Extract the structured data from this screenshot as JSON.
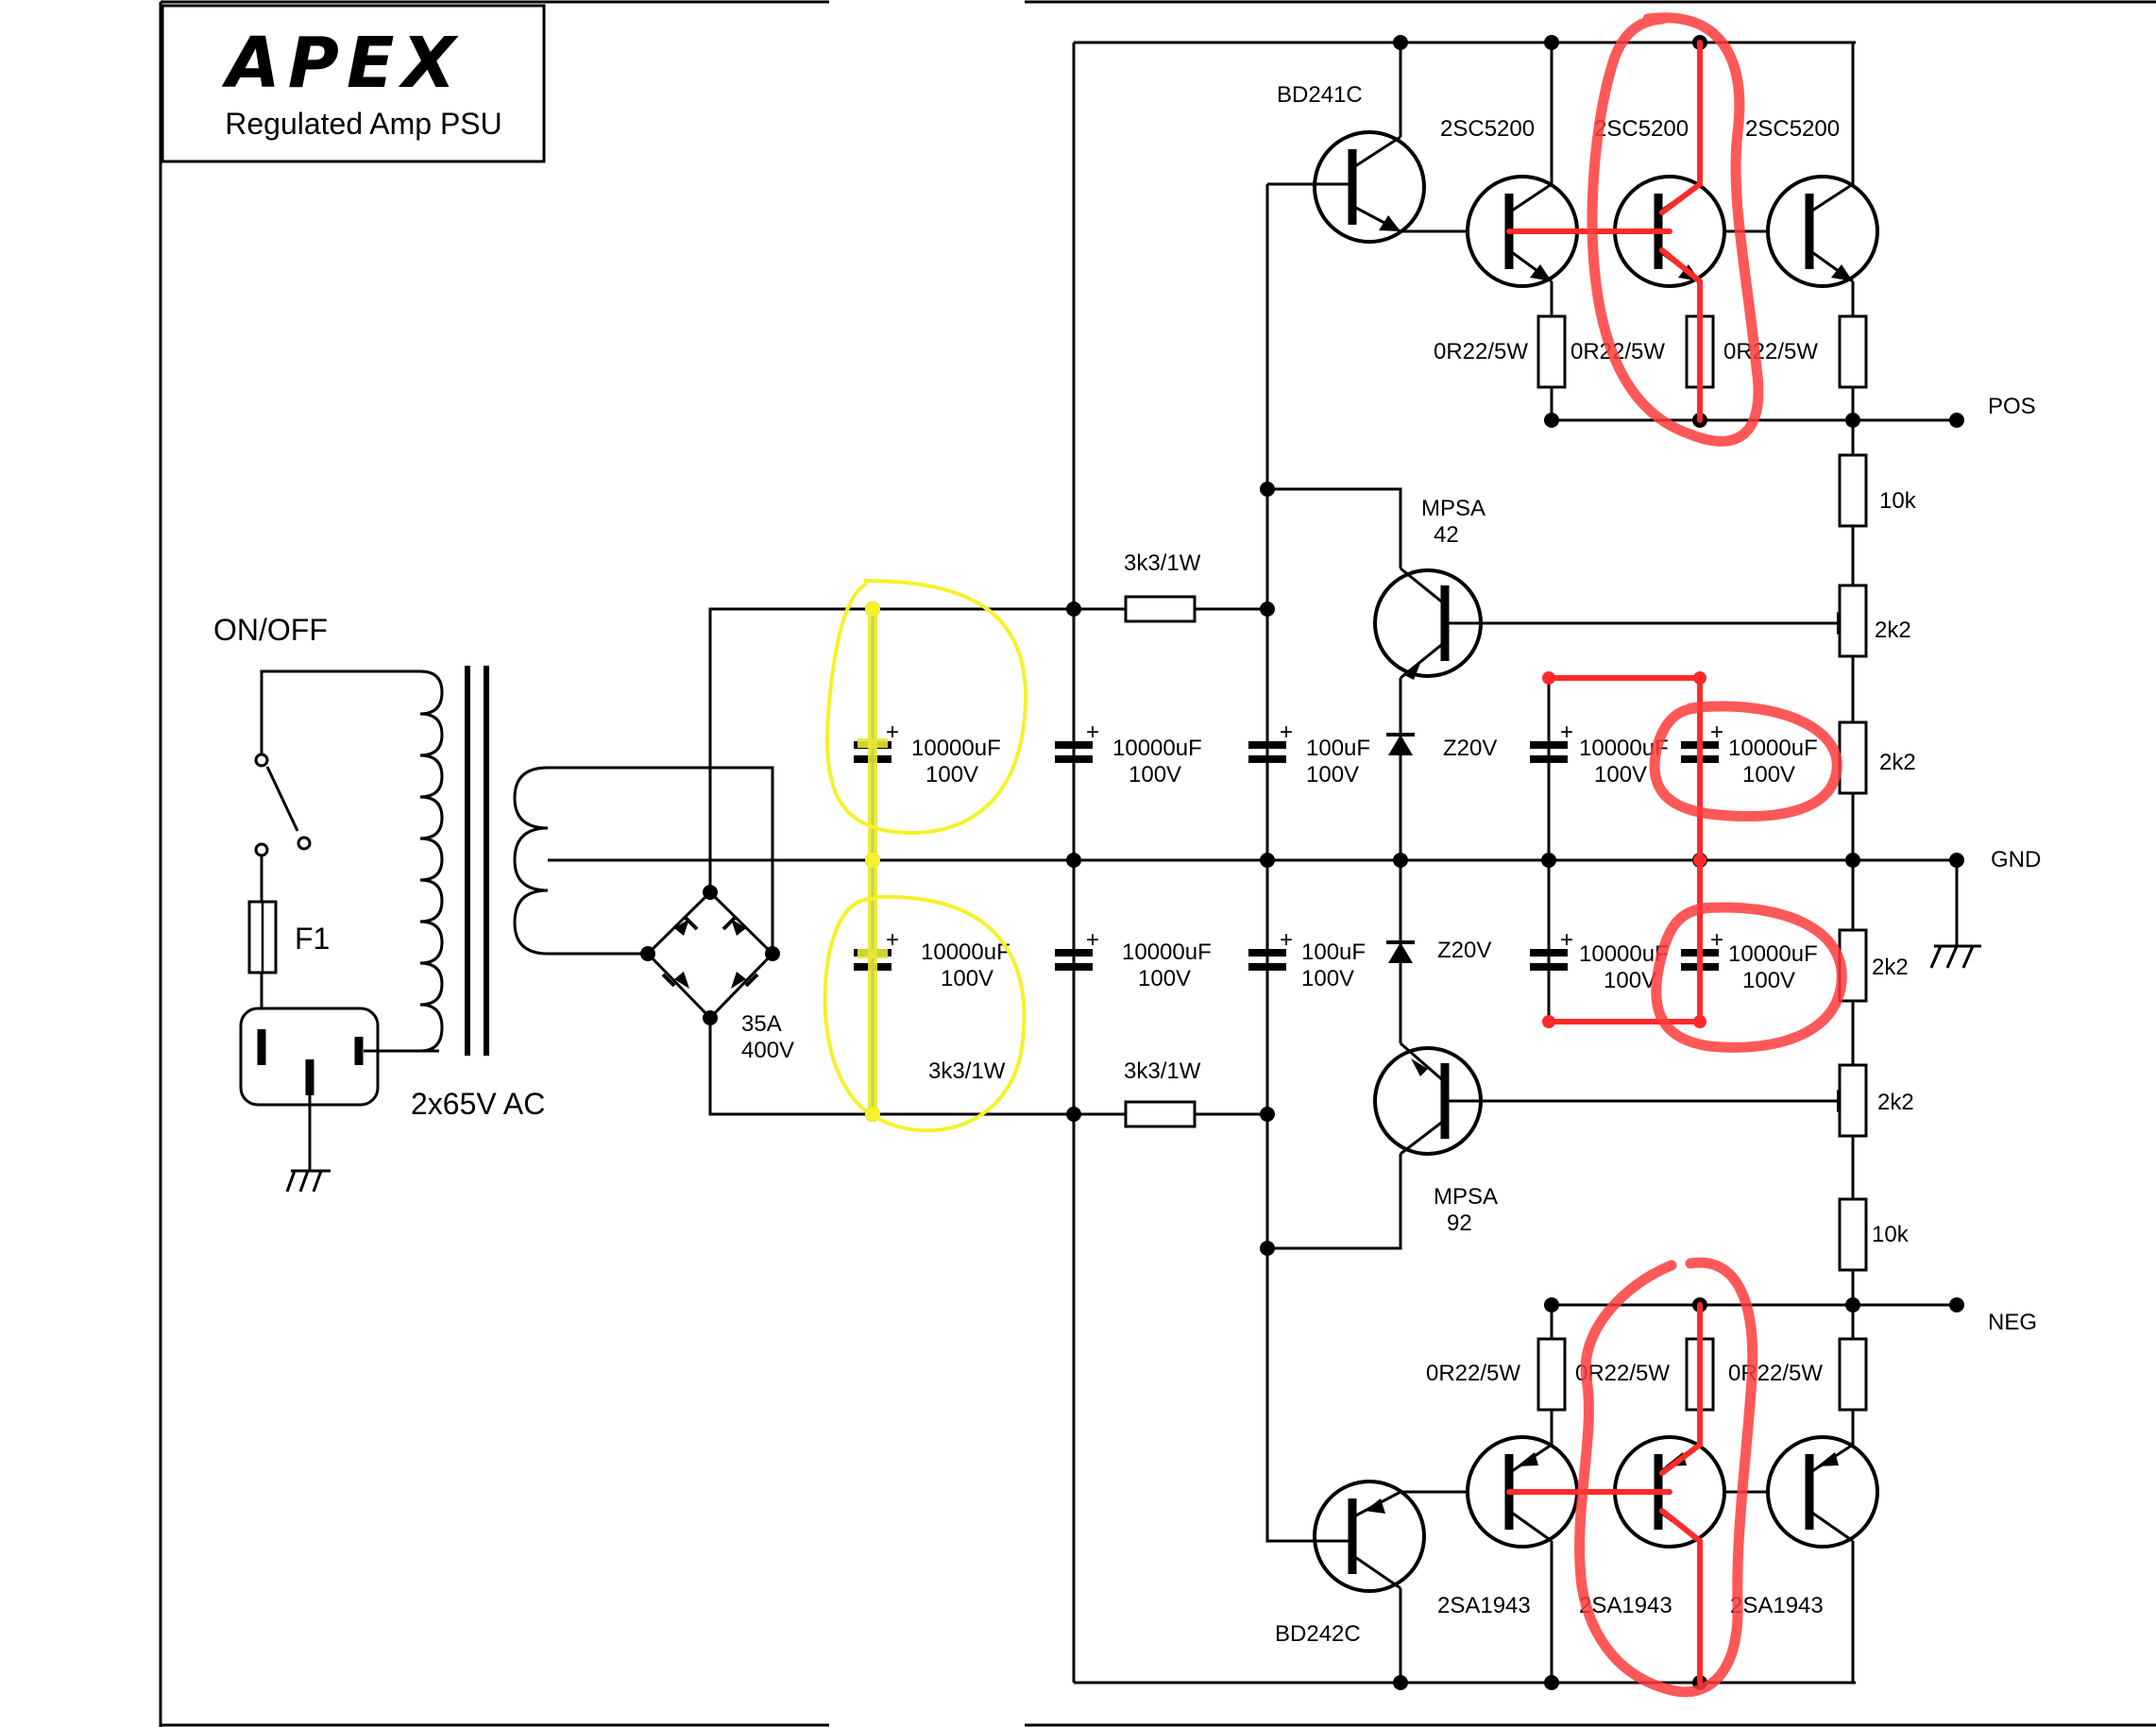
{
  "title_box": {
    "logo": "APEX",
    "subtitle": "Regulated Amp PSU"
  },
  "input": {
    "switch_label": "ON/OFF",
    "fuse_label": "F1",
    "transformer_label": "2x65V AC",
    "bridge_label_current": "35A",
    "bridge_label_voltage": "400V"
  },
  "filter_caps": {
    "c1": {
      "value": "10000uF",
      "voltage": "100V"
    },
    "c2": {
      "value": "10000uF",
      "voltage": "100V"
    },
    "c3": {
      "value": "10000uF",
      "voltage": "100V"
    },
    "c4": {
      "value": "10000uF",
      "voltage": "100V"
    },
    "c5": {
      "value": "100uF",
      "voltage": "100V"
    },
    "c6": {
      "value": "100uF",
      "voltage": "100V"
    },
    "c7": {
      "value": "10000uF",
      "voltage": "100V"
    },
    "c8": {
      "value": "10000uF",
      "voltage": "100V"
    },
    "c9": {
      "value": "10000uF",
      "voltage": "100V"
    },
    "c10": {
      "value": "10000uF",
      "voltage": "100V"
    }
  },
  "resistors": {
    "r_top_series": "3k3/1W",
    "r_bottom_series": "3k3/1W",
    "r_bottom_series_annot": "3k3/1W",
    "emitter_res": "0R22/5W",
    "r_10k": "10k",
    "r_2k2": "2k2"
  },
  "zeners": {
    "z_top": "Z20V",
    "z_bottom": "Z20V"
  },
  "transistors": {
    "driver_top": "BD241C",
    "driver_bottom": "BD242C",
    "npn_power": "2SC5200",
    "pnp_power": "2SA1943",
    "error_top_a": "MPSA",
    "error_top_b": "42",
    "error_bottom_a": "MPSA",
    "error_bottom_b": "92"
  },
  "outputs": {
    "pos": "POS",
    "gnd": "GND",
    "neg": "NEG"
  },
  "annotation_colors": {
    "red": "#ff2a2a",
    "yellow": "#f6f12a"
  }
}
